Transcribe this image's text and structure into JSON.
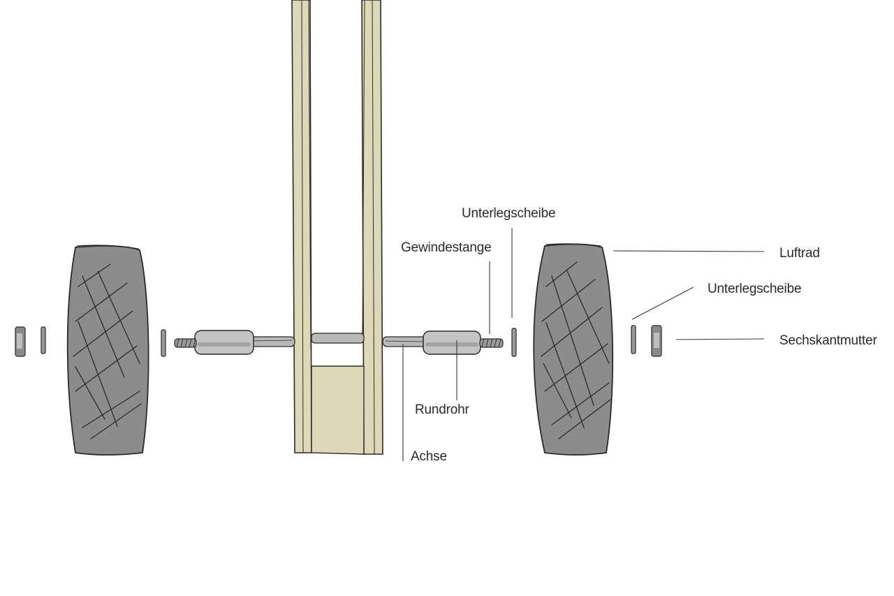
{
  "labels": {
    "unterlegscheibe_top": "Unterlegscheibe",
    "gewindestange": "Gewindestange",
    "luftrad": "Luftrad",
    "unterlegscheibe_right": "Unterlegscheibe",
    "sechskantmutter": "Sechskantmutter",
    "rundrohr": "Rundrohr",
    "achse": "Achse"
  },
  "colors": {
    "wood": "#ddd8b8",
    "wood_dark": "#c9c29c",
    "tire": "#8c8c8c",
    "metal": "#b9b9b9",
    "metal_light": "#d4d4d4",
    "ink": "#2a2a2a"
  }
}
